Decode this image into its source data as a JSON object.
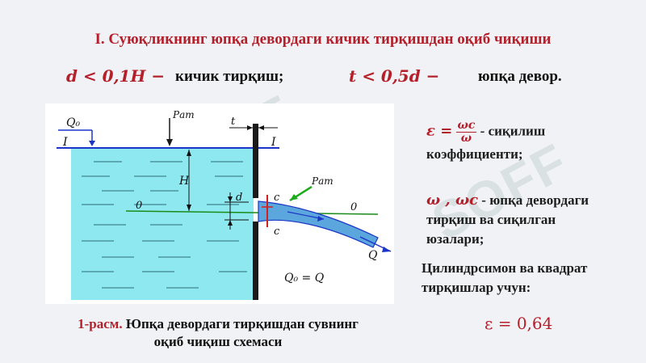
{
  "title": "I. Суюқликнинг юпқа девордаги кичик тирқишдан оқиб чиқиши",
  "cond1": {
    "math": "d < 0,1H −",
    "text": "кичик тирқиш;"
  },
  "cond2": {
    "math": "t < 0,5d −",
    "text": "юпқа девор."
  },
  "figure": {
    "labels": {
      "Q0": "Q₀",
      "Patm_top": "Pат",
      "t": "t",
      "I_left": "I",
      "I_right": "I",
      "H": "H",
      "d": "d",
      "zero_left": "0",
      "zero_right": "0",
      "c_top": "c",
      "c_bottom": "c",
      "Patm_jet": "Pат",
      "Q": "Q",
      "flow_eq": "Q₀ = Q"
    },
    "colors": {
      "water": "#8ee8f0",
      "jet": "#5ba6dc",
      "line": "#1a35c8",
      "axis": "#1a8c1a",
      "arrow": "#1aaa1a"
    }
  },
  "caption": {
    "prefix": "1-расм.",
    "line1": "Юпқа девордаги тирқишдан сувнинг",
    "line2": "оқиб чиқиш схемаси"
  },
  "right": {
    "eps_sym": "ε =",
    "eps_num": "ωc",
    "eps_den": "ω",
    "eps_desc_1": "- сиқилиш",
    "eps_desc_2": "коэффициенти;",
    "omega_sym": "ω , ωc",
    "omega_desc_1": " - юпқа девордаги",
    "omega_desc_2": "тирқиш ва сиқилган",
    "omega_desc_3": "юзалари;",
    "cyl_1": "Цилиндрсимон ва квадрат",
    "cyl_2": "тирқишлар учун:",
    "eps_value": "ε = 0,64"
  },
  "watermark": "SOFF"
}
